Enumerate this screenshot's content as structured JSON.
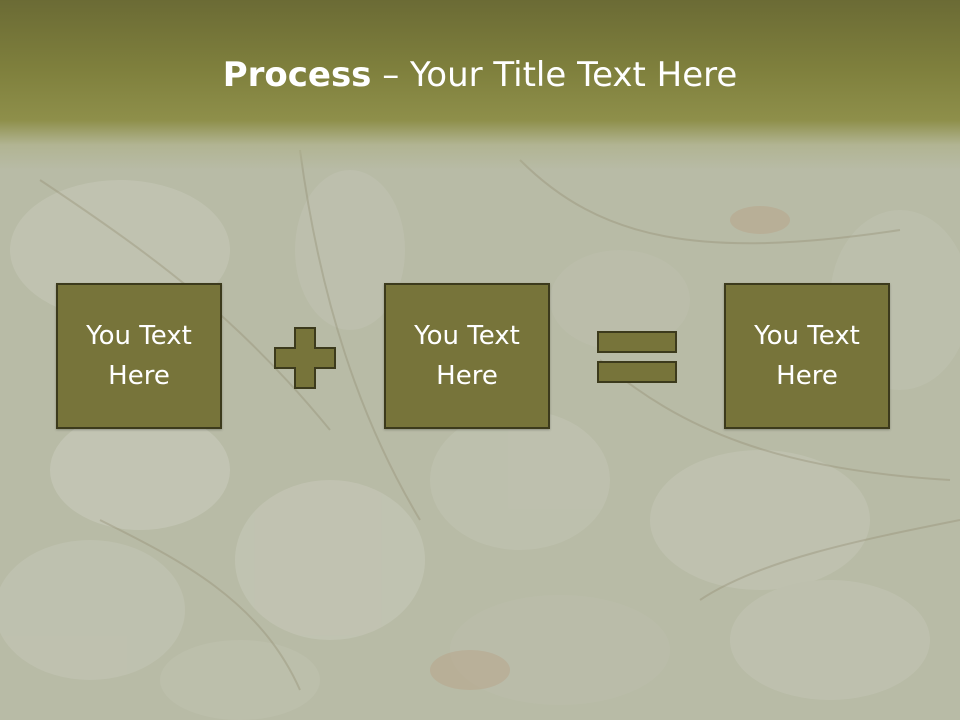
{
  "slide": {
    "title_bold": "Process",
    "title_rest": " – Your Title Text Here",
    "boxes": [
      {
        "line1": "You Text",
        "line2": "Here"
      },
      {
        "line1": "You Text",
        "line2": "Here"
      },
      {
        "line1": "You Text",
        "line2": "Here"
      }
    ],
    "operators": [
      "plus-icon",
      "equals-icon"
    ]
  },
  "colors": {
    "header": "#7f803d",
    "box_fill": "#77743a",
    "box_border": "#3c3a1c",
    "background": "#b9bca8",
    "title_text": "#ffffff"
  }
}
